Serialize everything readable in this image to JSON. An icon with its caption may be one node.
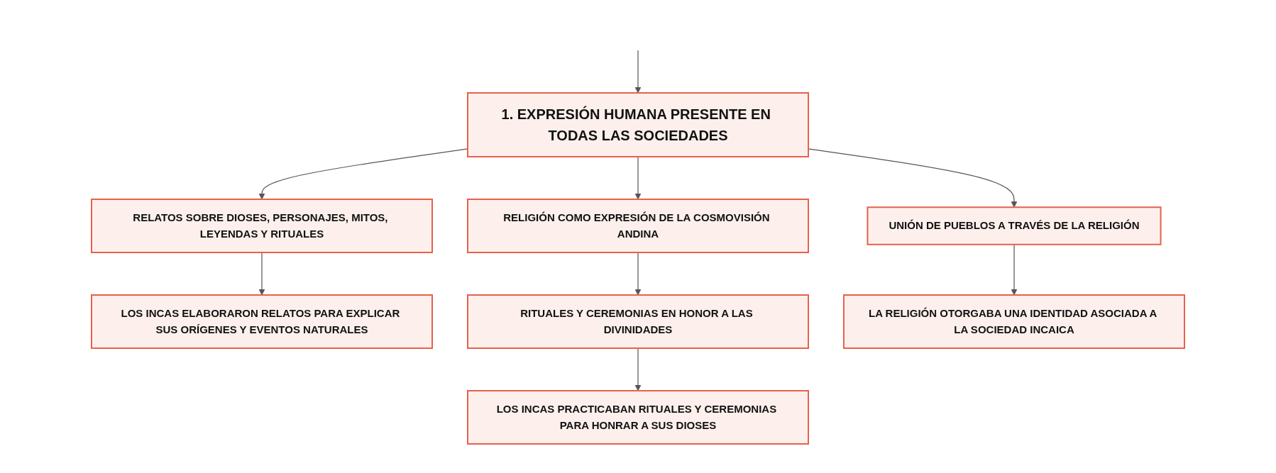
{
  "diagram": {
    "nodes": [
      {
        "text": [
          "1. EXPRESIÓN HUMANA PRESENTE EN TODAS LAS SOCIEDADES"
        ]
      },
      {
        "text": [
          "RELATOS SOBRE DIOSES, PERSONAJES, MITOS, LEYENDAS Y RITUALES"
        ]
      },
      {
        "text": [
          "LOS INCAS ELABORARON RELATOS PARA EXPLICAR SUS ORÍGENES Y EVENTOS NATURALES"
        ]
      },
      {
        "text": [
          "RELIGIÓN COMO EXPRESIÓN DE LA COSMOVISIÓN ANDINA"
        ]
      },
      {
        "text": [
          "RITUALES Y CEREMONIAS EN HONOR A LAS DIVINIDADES"
        ]
      },
      {
        "text": [
          "LOS INCAS PRACTICABAN RITUALES Y CEREMONIAS PARA HONRAR A SUS DIOSES"
        ]
      },
      {
        "text": [
          "UNIÓN DE PUEBLOS A TRAVÉS DE LA RELIGIÓN"
        ]
      },
      {
        "text": [
          "LA RELIGIÓN OTORGABA UNA IDENTIDAD ASOCIADA A LA SOCIEDAD INCAICA"
        ]
      }
    ],
    "edges": [
      {
        "from": null,
        "to": 0,
        "arrow": "to"
      },
      {
        "from": 0,
        "to": 1,
        "arrow": "to"
      },
      {
        "from": 0,
        "to": 3,
        "arrow": "to"
      },
      {
        "from": 0,
        "to": 6,
        "arrow": "to"
      },
      {
        "from": 1,
        "to": 2,
        "arrow": "to"
      },
      {
        "from": 3,
        "to": 4,
        "arrow": "to"
      },
      {
        "from": 4,
        "to": 5,
        "arrow": "to"
      },
      {
        "from": 6,
        "to": 7,
        "arrow": "to"
      }
    ]
  }
}
